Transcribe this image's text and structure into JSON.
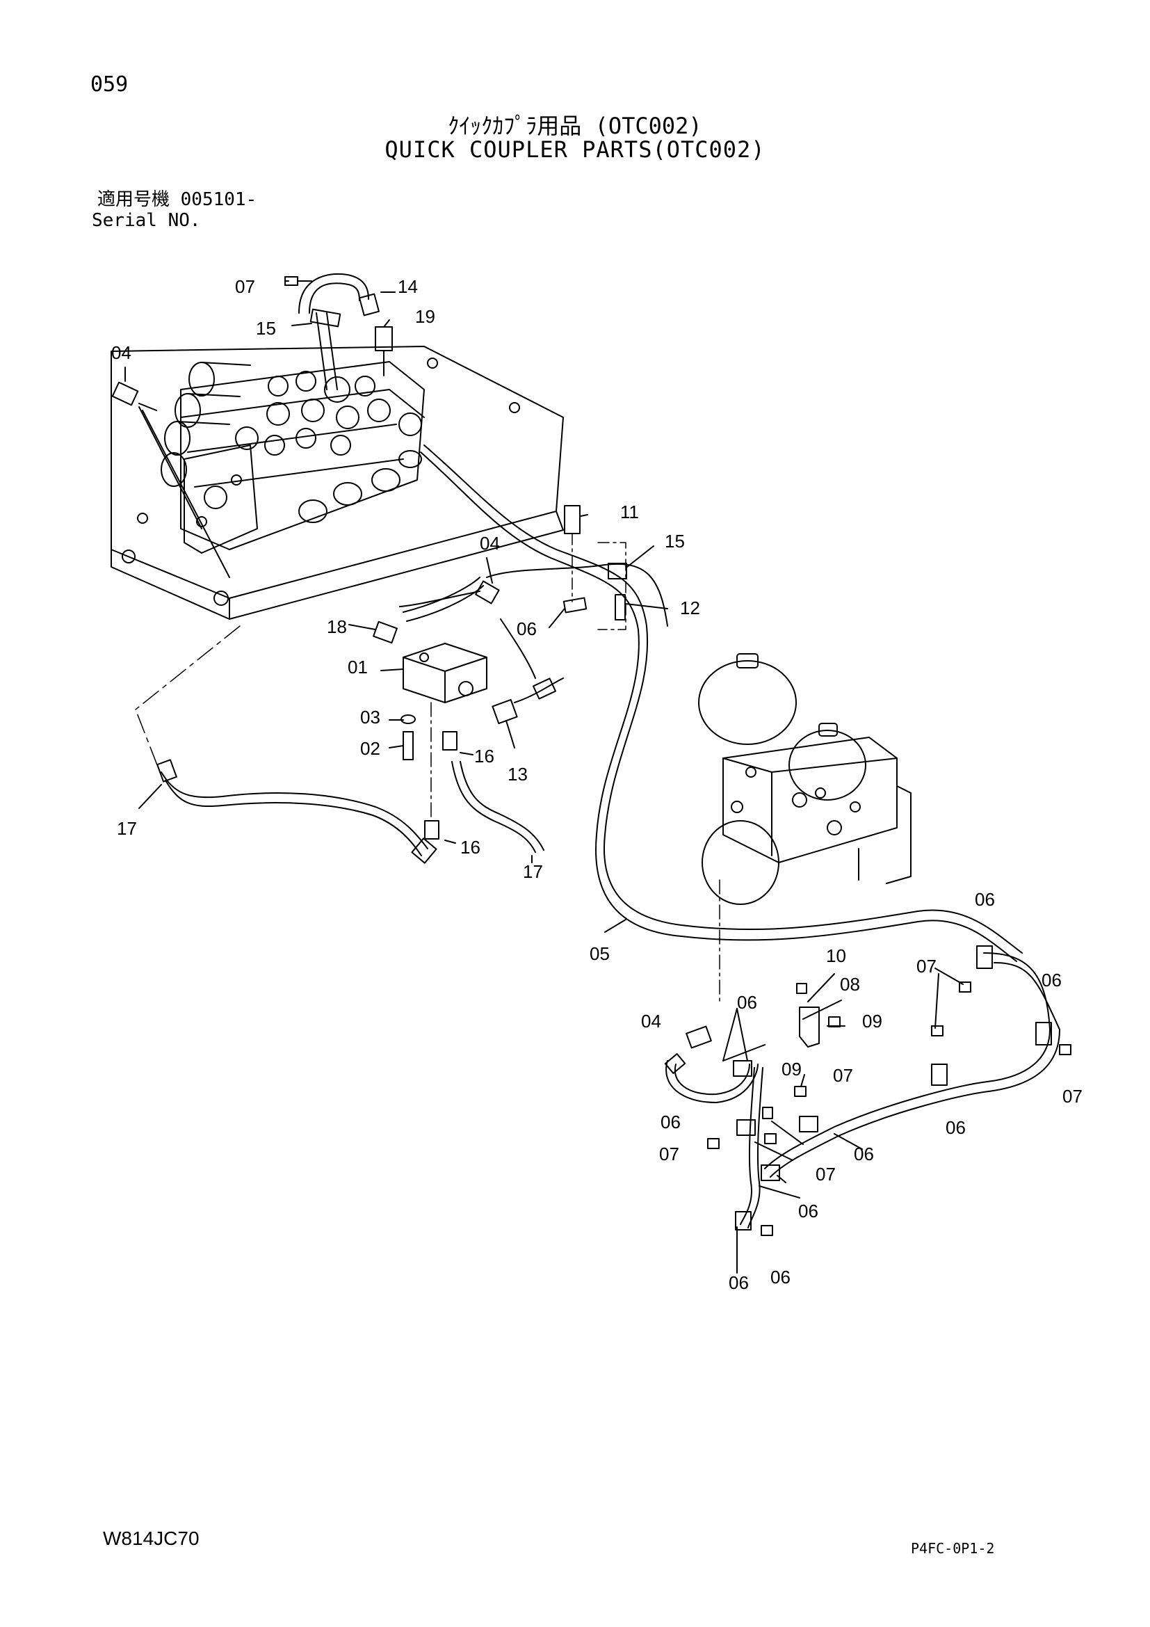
{
  "header": {
    "page_number": "059",
    "title_jp": "ｸｲｯｸｶﾌﾟﾗ用品 (OTC002)",
    "title_en": "QUICK COUPLER PARTS(OTC002)",
    "serial_label_jp": "適用号機 005101-",
    "serial_label_en": "Serial NO."
  },
  "footer": {
    "doc_code": "W814JC70",
    "sheet_code": "P4FC-0P1-2"
  },
  "callouts": [
    {
      "id": "c-07a",
      "text": "07"
    },
    {
      "id": "c-14",
      "text": "14"
    },
    {
      "id": "c-15a",
      "text": "15"
    },
    {
      "id": "c-19",
      "text": "19"
    },
    {
      "id": "c-04a",
      "text": "04"
    },
    {
      "id": "c-11",
      "text": "11"
    },
    {
      "id": "c-04b",
      "text": "04"
    },
    {
      "id": "c-15b",
      "text": "15"
    },
    {
      "id": "c-12",
      "text": "12"
    },
    {
      "id": "c-06a",
      "text": "06"
    },
    {
      "id": "c-18",
      "text": "18"
    },
    {
      "id": "c-01",
      "text": "01"
    },
    {
      "id": "c-03",
      "text": "03"
    },
    {
      "id": "c-02",
      "text": "02"
    },
    {
      "id": "c-16a",
      "text": "16"
    },
    {
      "id": "c-13",
      "text": "13"
    },
    {
      "id": "c-17a",
      "text": "17"
    },
    {
      "id": "c-16b",
      "text": "16"
    },
    {
      "id": "c-17b",
      "text": "17"
    },
    {
      "id": "c-05",
      "text": "05"
    },
    {
      "id": "c-06b",
      "text": "06"
    },
    {
      "id": "c-10",
      "text": "10"
    },
    {
      "id": "c-07b",
      "text": "07"
    },
    {
      "id": "c-06c",
      "text": "06"
    },
    {
      "id": "c-08",
      "text": "08"
    },
    {
      "id": "c-04c",
      "text": "04"
    },
    {
      "id": "c-06d",
      "text": "06"
    },
    {
      "id": "c-09a",
      "text": "09"
    },
    {
      "id": "c-07c",
      "text": "07"
    },
    {
      "id": "c-09b",
      "text": "09"
    },
    {
      "id": "c-07d",
      "text": "07"
    },
    {
      "id": "c-06e",
      "text": "06"
    },
    {
      "id": "c-06f",
      "text": "06"
    },
    {
      "id": "c-07e",
      "text": "07"
    },
    {
      "id": "c-06g",
      "text": "06"
    },
    {
      "id": "c-07f",
      "text": "07"
    },
    {
      "id": "c-06h",
      "text": "06"
    },
    {
      "id": "c-06i",
      "text": "06"
    },
    {
      "id": "c-06j",
      "text": "06"
    },
    {
      "id": "c-07g",
      "text": "07"
    }
  ]
}
